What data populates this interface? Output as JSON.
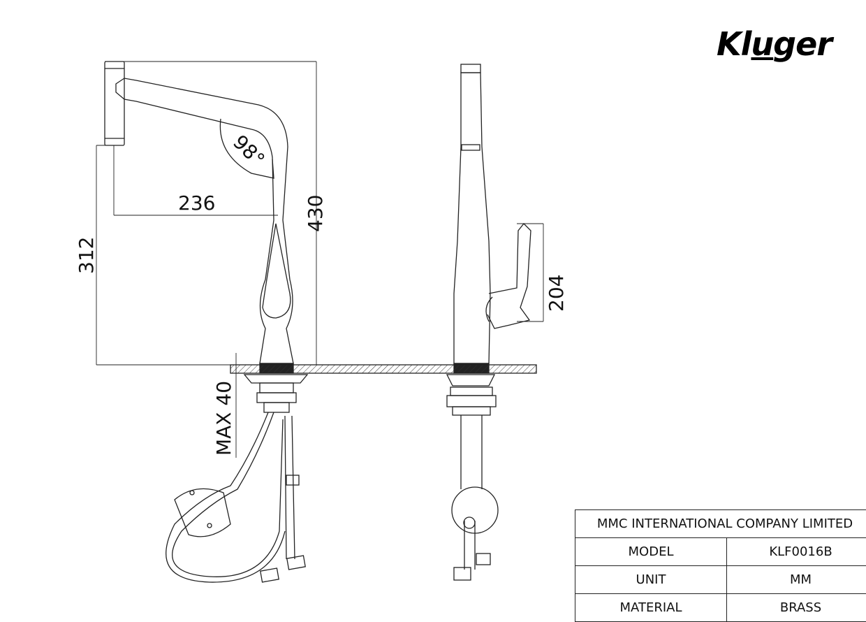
{
  "logo": {
    "text": "Kluger"
  },
  "dimensions": {
    "total_height": "430",
    "spout_height": "312",
    "spout_reach": "236",
    "swivel_angle": "98°",
    "max_deck_thickness": "MAX 40",
    "handle_height": "204"
  },
  "spec_table": {
    "company": "MMC INTERNATIONAL COMPANY LIMITED",
    "rows": [
      {
        "label": "MODEL",
        "value": "KLF0016B"
      },
      {
        "label": "UNIT",
        "value": "MM"
      },
      {
        "label": "MATERIAL",
        "value": "BRASS"
      }
    ]
  }
}
